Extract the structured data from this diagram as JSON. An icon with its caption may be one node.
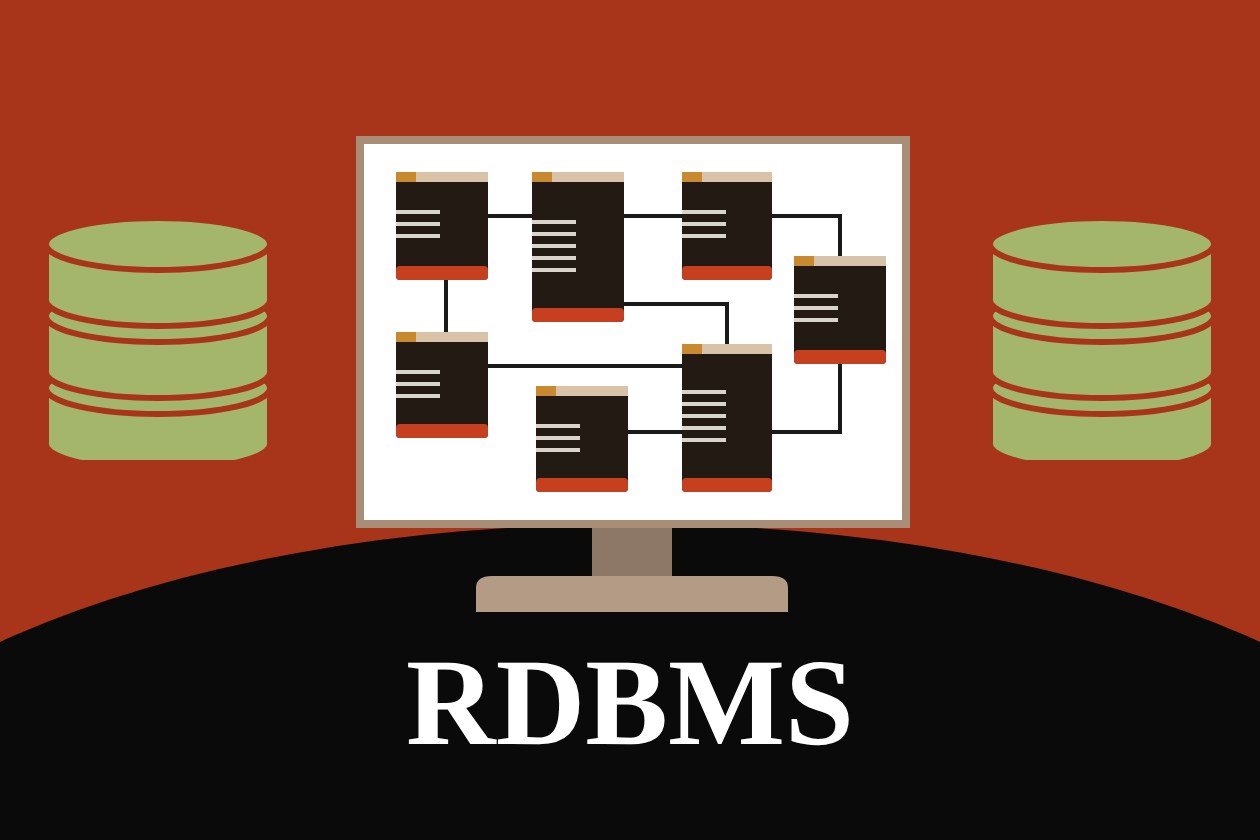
{
  "diagram": {
    "title": "RDBMS",
    "nodes": [
      {
        "text": [],
        "shape": "box"
      },
      {
        "text": [],
        "shape": "box"
      },
      {
        "text": [],
        "shape": "box"
      },
      {
        "text": [],
        "shape": "box"
      },
      {
        "text": [],
        "shape": "box"
      },
      {
        "text": [],
        "shape": "box"
      },
      {
        "text": [],
        "shape": "box"
      }
    ],
    "edges": [
      {
        "from": 0,
        "to": 1,
        "arrow": "none"
      },
      {
        "from": 1,
        "to": 2,
        "arrow": "none"
      },
      {
        "from": 2,
        "to": 3,
        "arrow": "none"
      },
      {
        "from": 0,
        "to": 4,
        "arrow": "none"
      },
      {
        "from": 1,
        "to": 6,
        "arrow": "none"
      },
      {
        "from": 4,
        "to": 6,
        "arrow": "none"
      },
      {
        "from": 5,
        "to": 6,
        "arrow": "none"
      },
      {
        "from": 6,
        "to": 3,
        "arrow": "none"
      }
    ]
  }
}
